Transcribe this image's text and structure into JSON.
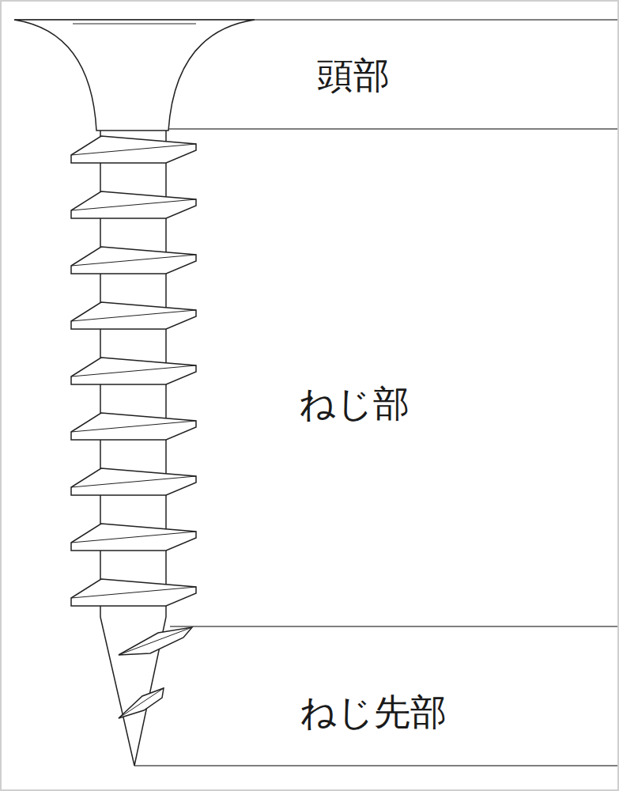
{
  "diagram": {
    "labels": [
      "頭部",
      "ねじ部",
      "ねじ先部"
    ]
  }
}
